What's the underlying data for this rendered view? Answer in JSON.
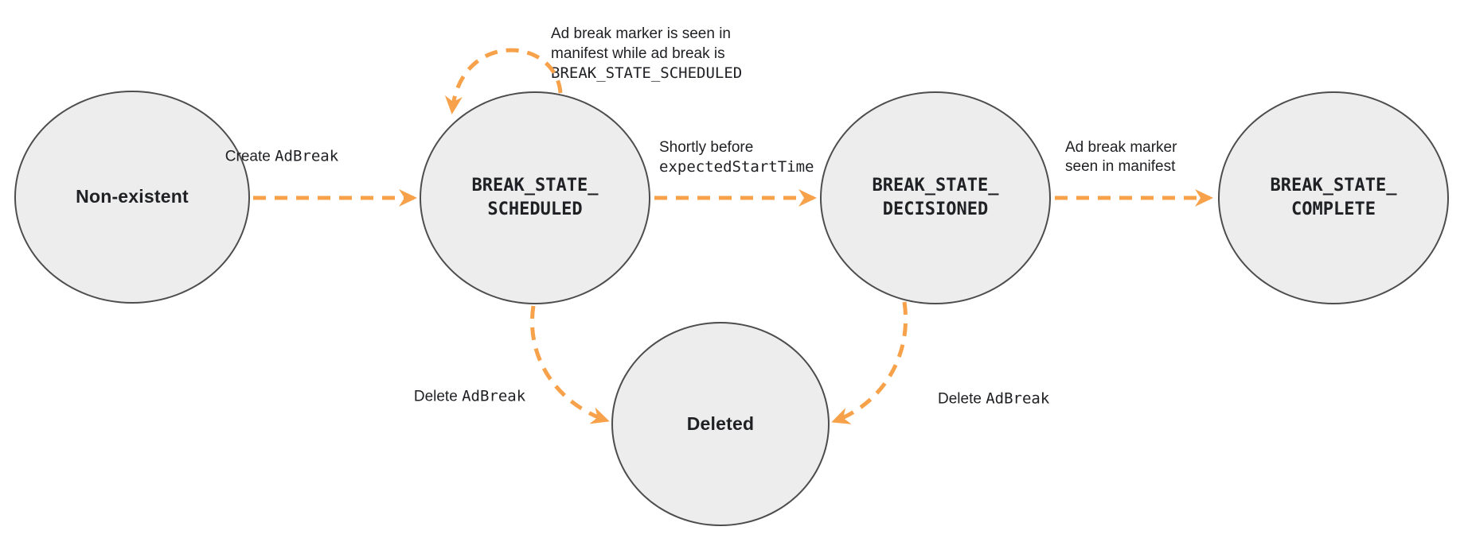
{
  "diagram": {
    "type": "state-machine",
    "background_color": "#FFFFFF",
    "colors": {
      "arrow": "#F7A24A",
      "state_fill": "#EDEDED",
      "state_border": "#4D4D4D",
      "text": "#202124"
    },
    "states": {
      "non_existent": {
        "label": "Non-existent"
      },
      "scheduled": {
        "line1": "BREAK_STATE_",
        "line2": "SCHEDULED"
      },
      "decisioned": {
        "line1": "BREAK_STATE_",
        "line2": "DECISIONED"
      },
      "complete": {
        "line1": "BREAK_STATE_",
        "line2": "COMPLETE"
      },
      "deleted": {
        "label": "Deleted"
      }
    },
    "transitions": {
      "create": {
        "from": "non_existent",
        "to": "scheduled",
        "text": "Create",
        "code": "AdBreak"
      },
      "self_loop": {
        "from": "scheduled",
        "to": "scheduled",
        "line1": "Ad break marker is seen in",
        "line2": "manifest while ad break is",
        "code": "BREAK_STATE_SCHEDULED"
      },
      "decision": {
        "from": "scheduled",
        "to": "decisioned",
        "text": "Shortly before",
        "code": "expectedStartTime"
      },
      "marker_seen": {
        "from": "decisioned",
        "to": "complete",
        "line1": "Ad break marker",
        "line2": "seen in manifest"
      },
      "delete_from_scheduled": {
        "from": "scheduled",
        "to": "deleted",
        "text": "Delete",
        "code": "AdBreak"
      },
      "delete_from_decisioned": {
        "from": "decisioned",
        "to": "deleted",
        "text": "Delete",
        "code": "AdBreak"
      }
    }
  }
}
